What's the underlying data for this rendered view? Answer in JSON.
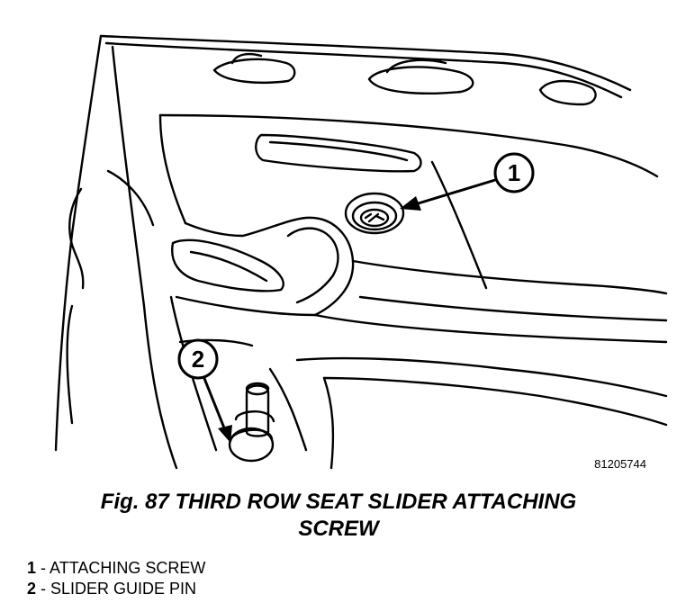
{
  "figure": {
    "id": "81205744",
    "caption_line1": "Fig. 87 THIRD ROW SEAT SLIDER ATTACHING",
    "caption_line2": "SCREW"
  },
  "callouts": [
    {
      "number": "1",
      "target": "attaching-screw"
    },
    {
      "number": "2",
      "target": "slider-guide-pin"
    }
  ],
  "legend": [
    {
      "number": "1",
      "separator": " - ",
      "text": "ATTACHING SCREW"
    },
    {
      "number": "2",
      "separator": " - ",
      "text": "SLIDER GUIDE PIN"
    }
  ],
  "colors": {
    "line": "#000000",
    "background": "#ffffff"
  }
}
